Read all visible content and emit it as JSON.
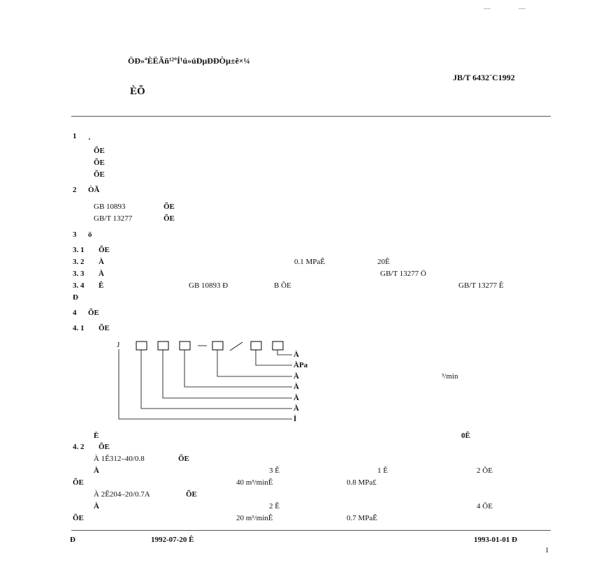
{
  "header": {
    "org_line": "ÖÐ»ªÈËÃñ¹²ºÍ¹ú»úÐµÐÐÒµ±ê×¼",
    "std_code": "JB/T  6432¨C1992",
    "title_mark": "ÈÕ"
  },
  "section1": {
    "num": "1",
    "head": "¸",
    "items": [
      "ÕE",
      "ÕE",
      "ÕE"
    ]
  },
  "section2": {
    "num": "2",
    "head": "ÒÃ",
    "refs": [
      {
        "code": "GB  10893",
        "text": "ÕE"
      },
      {
        "code": "GB/T  13277",
        "text": "ÕE"
      }
    ]
  },
  "section3": {
    "num": "3",
    "head": "ö",
    "items": [
      {
        "num": "3. 1",
        "a": "ÕE"
      },
      {
        "num": "3. 2",
        "a": "À",
        "b": "0.1 MPaÊ",
        "c": "20Ê"
      },
      {
        "num": "3. 3",
        "a": "À",
        "b": "GB/T  13277 Ö"
      },
      {
        "num": "3. 4",
        "a": "Ê",
        "b": "GB  10893 Ð",
        "c": "B ÕE",
        "d": "GB/T  13277 Ê"
      },
      {
        "cont": "Ð"
      }
    ]
  },
  "section4": {
    "num": "4",
    "head": "ÕE",
    "sub1": {
      "num": "4. 1",
      "head": "ÕE"
    },
    "diagram": {
      "prefix": "J",
      "labels": [
        "À",
        "ÀPa",
        "À",
        "À",
        "À",
        "À",
        "Ì"
      ],
      "unit_note": "³/min"
    },
    "note": {
      "a": "Ë",
      "b": "0Ê"
    },
    "sub2": {
      "num": "4. 2",
      "head": "ÕE"
    },
    "examples": [
      {
        "title": "À  1Ê312–40/0.8",
        "title_tail": "ÕE",
        "l1": [
          "À",
          "3 Ê",
          "1 Ê",
          "2 ÕE"
        ],
        "l2": [
          "ÕE",
          "40 m³/minÊ",
          "0.8 MPa£"
        ]
      },
      {
        "title": "À  2Ê204–20/0.7A",
        "title_tail": "ÕE",
        "l1": [
          "À",
          "2 Ê",
          "4 ÕE"
        ],
        "l2": [
          "ÕE",
          "20 m³/minÊ",
          "0.7 MPaÊ"
        ]
      }
    ]
  },
  "footer": {
    "left": "Ð",
    "issued": "1992-07-20  Ê",
    "effective": "1993-01-01  Ð",
    "page": "1"
  }
}
